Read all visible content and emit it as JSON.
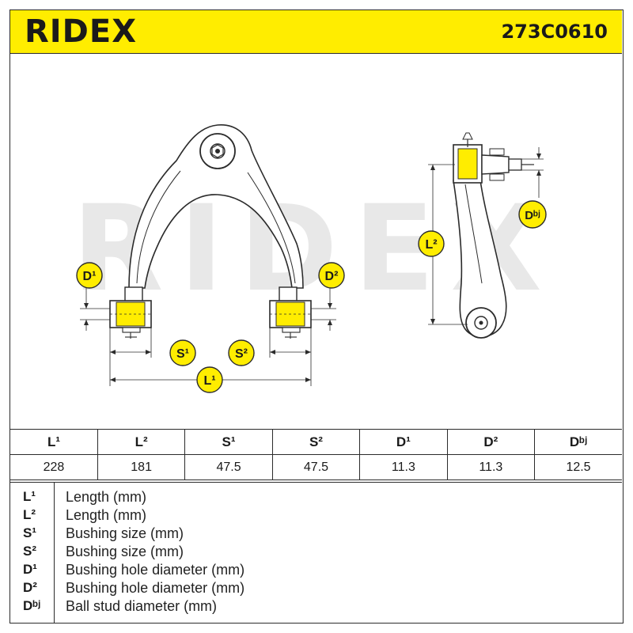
{
  "header": {
    "brand": "RIDEX",
    "part_number": "273C0610"
  },
  "watermark": "RIDEX",
  "callouts": {
    "d1": "D¹",
    "d2": "D²",
    "s1": "S¹",
    "s2": "S²",
    "l1": "L¹",
    "l2": "L²",
    "dbj": "Dᵇʲ"
  },
  "table": {
    "headers": [
      "L¹",
      "L²",
      "S¹",
      "S²",
      "D¹",
      "D²",
      "Dᵇʲ"
    ],
    "values": [
      "228",
      "181",
      "47.5",
      "47.5",
      "11.3",
      "11.3",
      "12.5"
    ]
  },
  "legend": [
    {
      "code": "L¹",
      "desc": "Length (mm)"
    },
    {
      "code": "L²",
      "desc": "Length (mm)"
    },
    {
      "code": "S¹",
      "desc": "Bushing size (mm)"
    },
    {
      "code": "S²",
      "desc": "Bushing size (mm)"
    },
    {
      "code": "D¹",
      "desc": "Bushing hole diameter (mm)"
    },
    {
      "code": "D²",
      "desc": "Bushing hole diameter (mm)"
    },
    {
      "code": "Dᵇʲ",
      "desc": "Ball stud diameter (mm)"
    }
  ],
  "colors": {
    "accent": "#ffed00",
    "line": "#2b2b2b",
    "watermark": "#e6e6e6",
    "bushing": "#ffed00"
  }
}
